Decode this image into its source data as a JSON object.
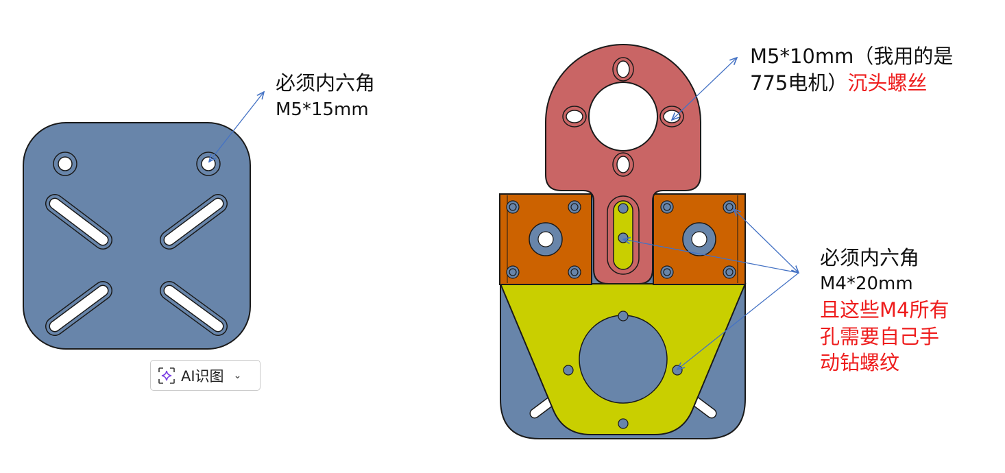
{
  "left_note": {
    "line1": "必须内六角",
    "line2": "M5*15mm"
  },
  "top_note": {
    "line1": "M5*10mm（我用的是",
    "line2_black": "775电机）",
    "line2_red": "沉头螺丝"
  },
  "right_note": {
    "line1": "必须内六角",
    "line2": "M4*20mm",
    "red_lines": [
      "且这些M4所有",
      "孔需要自己手",
      "动钻螺纹"
    ]
  },
  "ai_button": {
    "label": "AI识图",
    "icon": "sparkle-scan-icon",
    "chevron": "chevron-down-icon"
  },
  "colors": {
    "blue_plate": "#6885aa",
    "pink_motor_mount": "#c96565",
    "orange_blocks": "#cc6200",
    "yellow_plate": "#c9cf00",
    "arrow": "#4472c4",
    "red_text": "#ee1d1d"
  }
}
